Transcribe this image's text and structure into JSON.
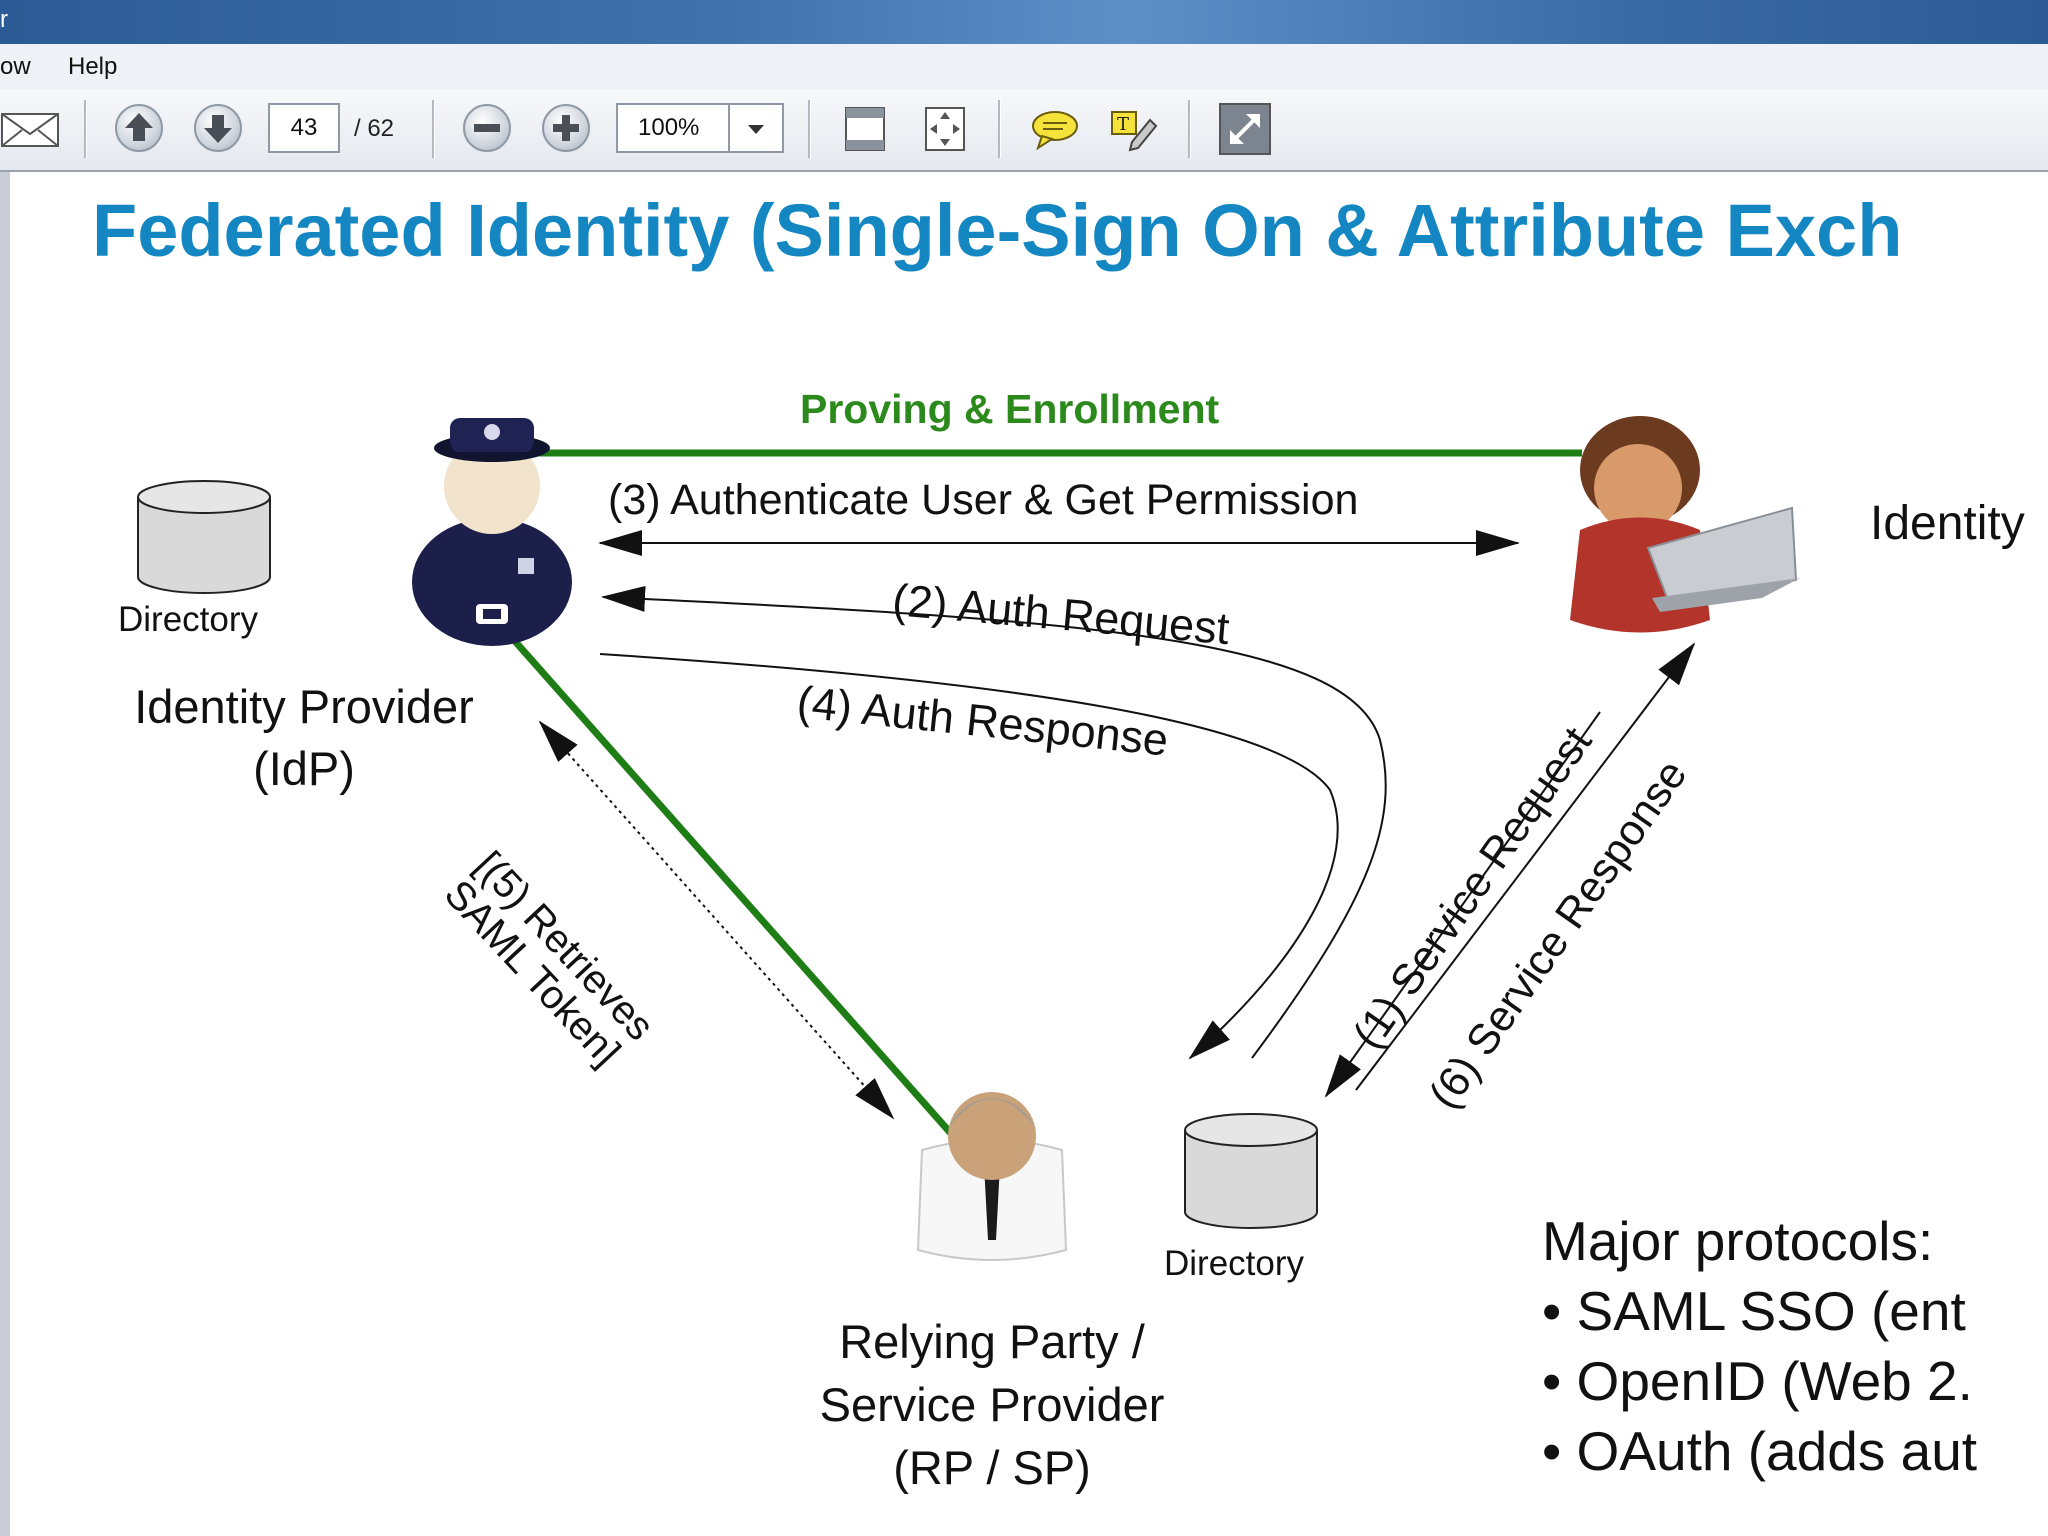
{
  "window": {
    "title_fragment": "r"
  },
  "menu": {
    "items": [
      "ow",
      "Help"
    ]
  },
  "toolbar": {
    "page_current": "43",
    "page_total": "/ 62",
    "zoom": "100%",
    "icons": [
      "email-icon",
      "page-up-icon",
      "page-down-icon",
      "zoom-out-icon",
      "zoom-in-icon",
      "fit-width-icon",
      "fit-page-icon",
      "comment-icon",
      "highlight-text-icon",
      "fullscreen-icon"
    ]
  },
  "slide": {
    "title": "Federated Identity (Single-Sign On & Attribute Exch",
    "proving": "Proving & Enrollment",
    "msg3": "(3) Authenticate User & Get Permission",
    "msg2": "(2) Auth Request",
    "msg4": "(4) Auth Response",
    "msg5_line1": "[(5) Retrieves",
    "msg5_line2": "SAML Token]",
    "msg1": "(1) Service Request",
    "msg6": "(6) Service Response",
    "directory_left": "Directory",
    "directory_bottom": "Directory",
    "idp_line1": "Identity Provider",
    "idp_line2": "(IdP)",
    "user_label": "Identity",
    "rp_line1": "Relying Party /",
    "rp_line2": "Service Provider",
    "rp_line3": "(RP / SP)",
    "protocols_heading": "Major protocols:",
    "protocols": [
      "• SAML SSO (ent",
      "• OpenID (Web 2.",
      "• OAuth (adds aut"
    ]
  },
  "colors": {
    "title_blue": "#1487c2",
    "green_link": "#1e7d14",
    "proving_text": "#2b8a1b"
  }
}
